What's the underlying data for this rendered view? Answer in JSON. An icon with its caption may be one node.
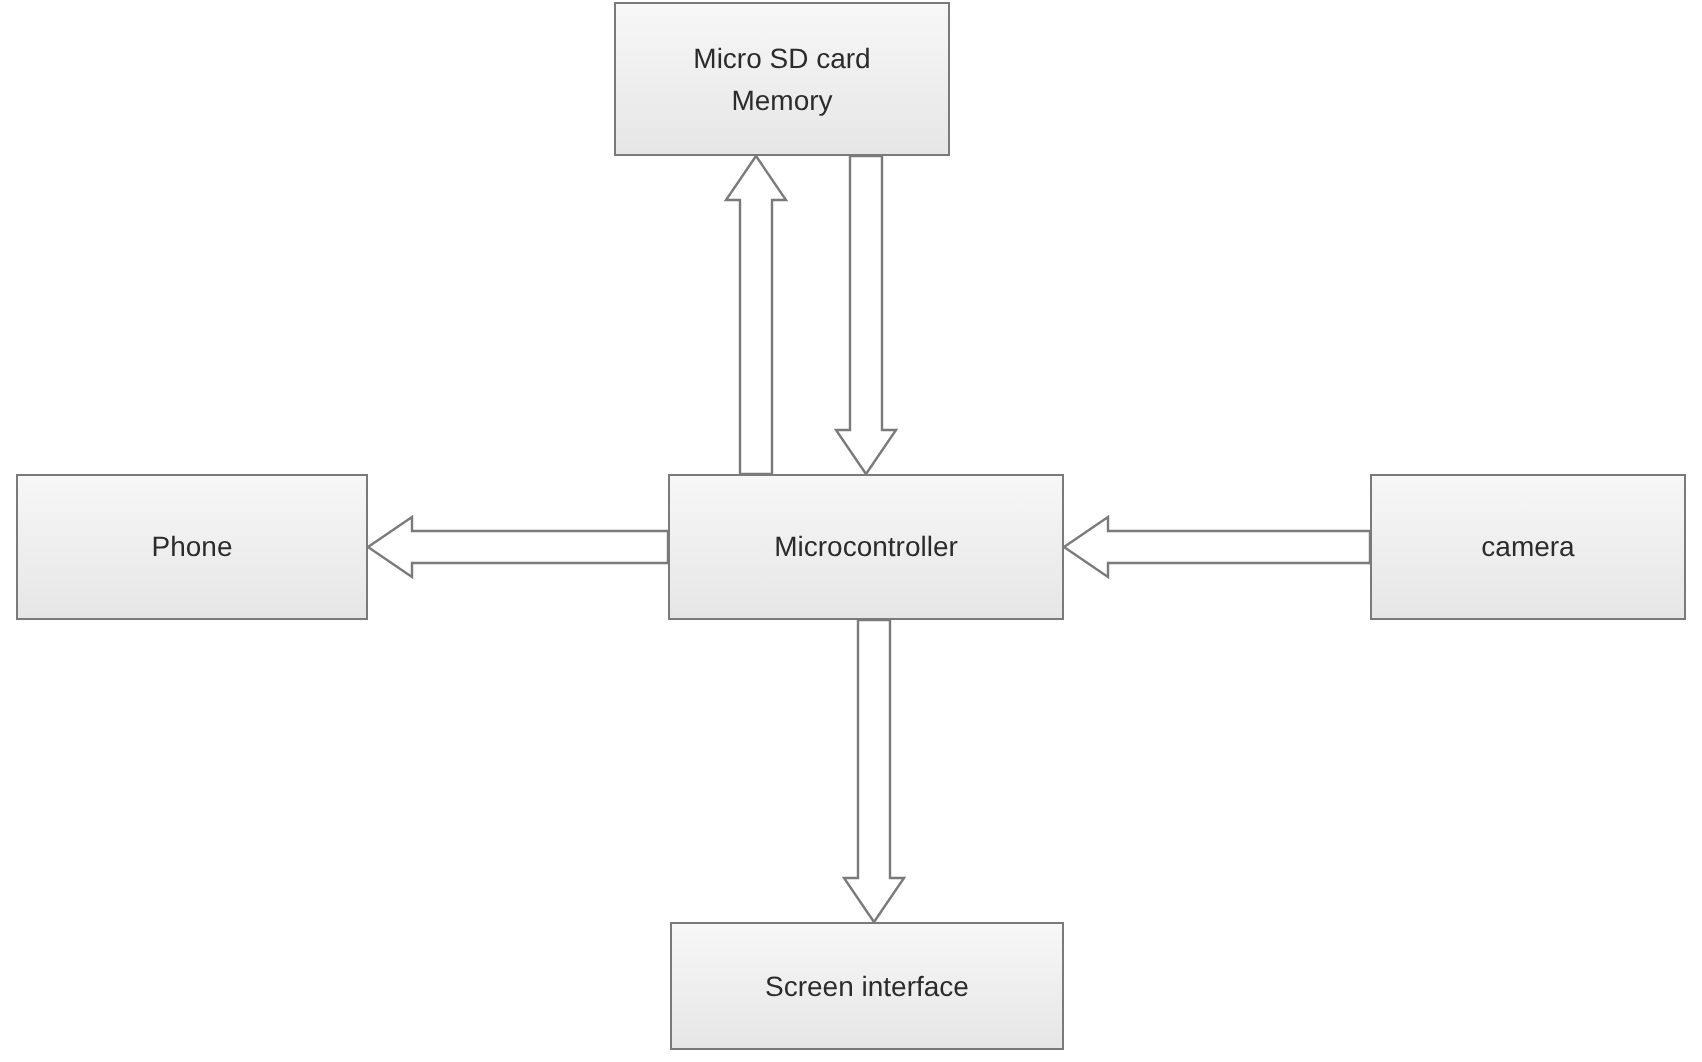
{
  "diagram": {
    "nodes": [
      {
        "text": [
          "Micro SD card Memory"
        ]
      },
      {
        "text": [
          "Phone"
        ]
      },
      {
        "text": [
          "Microcontroller"
        ]
      },
      {
        "text": [
          "camera"
        ]
      },
      {
        "text": [
          "Screen interface"
        ]
      }
    ],
    "edges": [
      {
        "from": 2,
        "to": 0,
        "arrow": "to"
      },
      {
        "from": 0,
        "to": 2,
        "arrow": "to"
      },
      {
        "from": 2,
        "to": 1,
        "arrow": "to"
      },
      {
        "from": 3,
        "to": 2,
        "arrow": "to"
      },
      {
        "from": 2,
        "to": 4,
        "arrow": "to"
      }
    ]
  }
}
